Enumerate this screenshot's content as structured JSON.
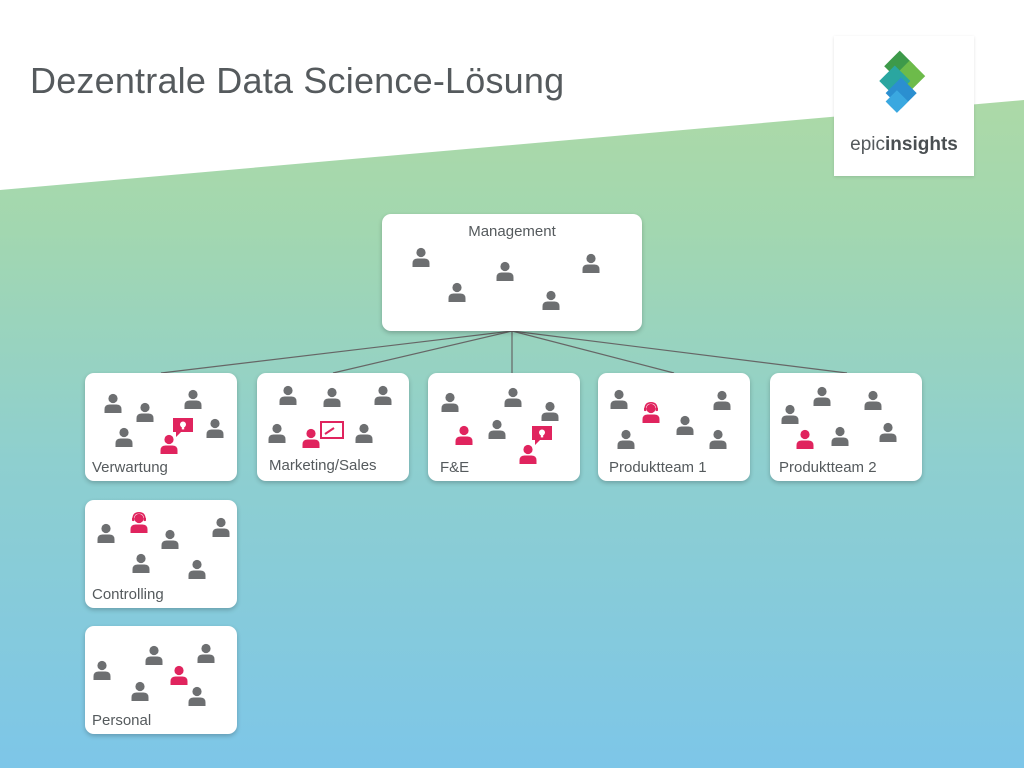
{
  "title": "Dezentrale Data Science-Lösung",
  "logo": {
    "part1": "epic",
    "part2": "insights"
  },
  "colors": {
    "person_gray": "#6d6f71",
    "person_red": "#e0245e",
    "text": "#555a5d"
  },
  "boxes": {
    "management": {
      "label": "Management"
    },
    "verwaltung": {
      "label": "Verwartung"
    },
    "marketing": {
      "label": "Marketing/Sales"
    },
    "fe": {
      "label": "F&E"
    },
    "produktteam1": {
      "label": "Produktteam 1"
    },
    "produktteam2": {
      "label": "Produktteam 2"
    },
    "controlling": {
      "label": "Controlling"
    },
    "personal": {
      "label": "Personal"
    }
  }
}
